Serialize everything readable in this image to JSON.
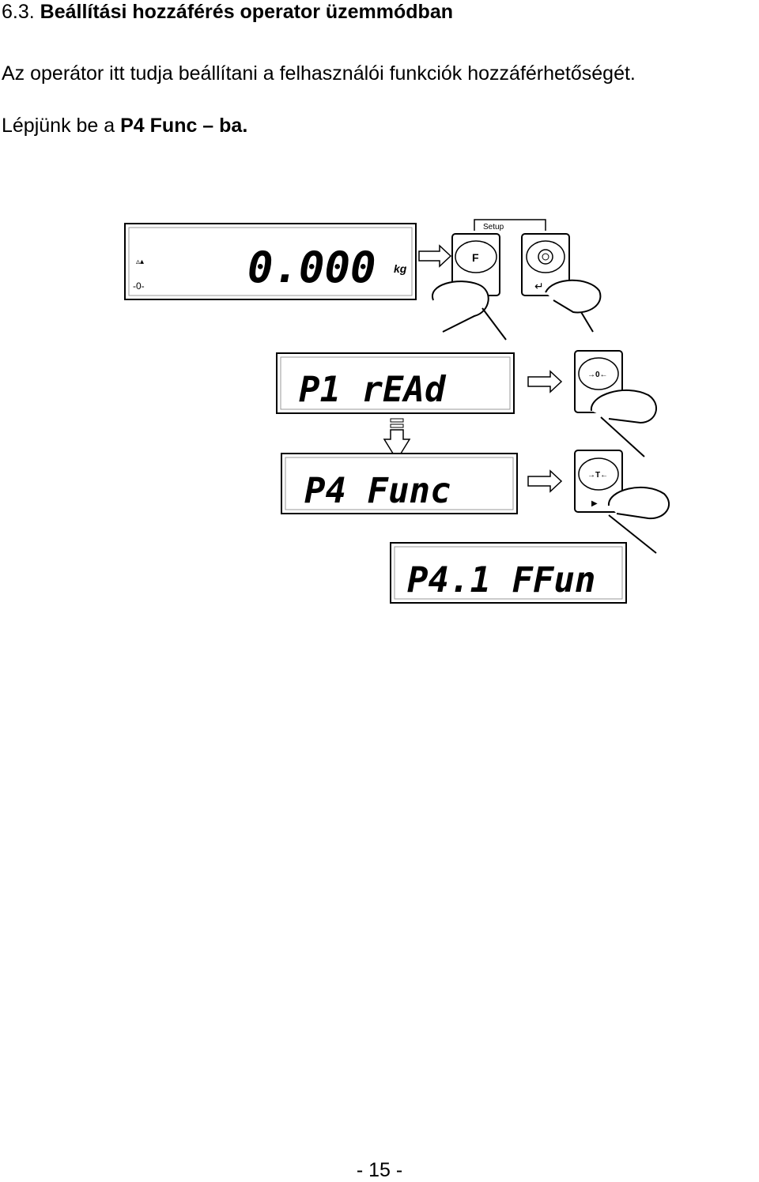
{
  "heading": {
    "number": "6.3.",
    "title": "Beállítási hozzáférés operator üzemmódban"
  },
  "intro": "Az operátor itt tudja beállítani a felhasználói funkciók hozzáférhetőségét.",
  "instruction": {
    "prefix": "Lépjünk be a ",
    "bold": "P4 Func – ba."
  },
  "diagram": {
    "display1": {
      "value": "0.000",
      "unit": "kg",
      "zero": "-0-"
    },
    "setup_label": "Setup",
    "key_f": "F",
    "display2": "P1 rEAd",
    "key_zero": "→0←",
    "display3": "P4 Func",
    "key_tare": "→T←",
    "display4": "P4.1 FFun"
  },
  "page_number": "- 15 -"
}
